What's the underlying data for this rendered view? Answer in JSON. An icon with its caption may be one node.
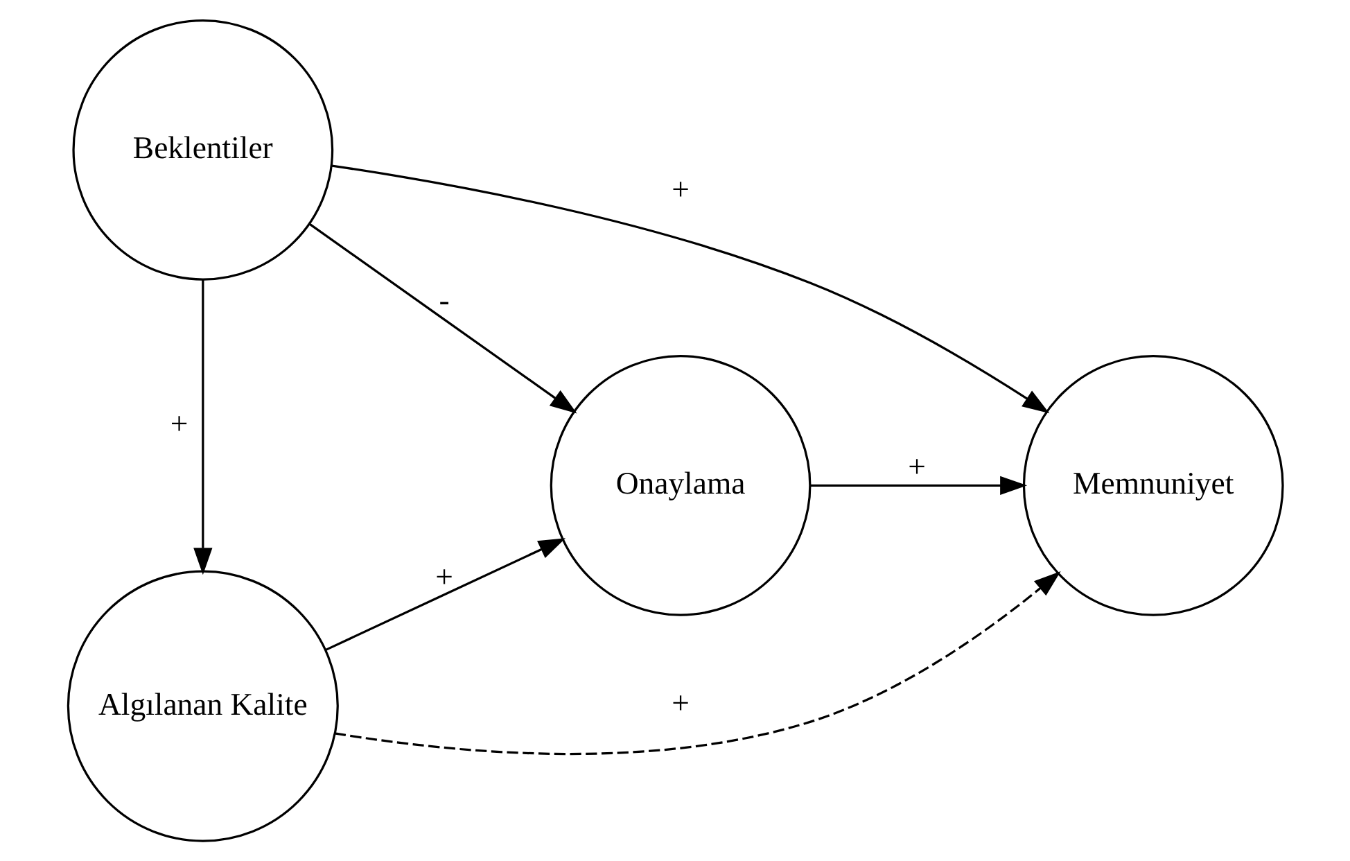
{
  "diagram": {
    "nodes": [
      {
        "text": [
          "Beklentiler"
        ]
      },
      {
        "text": [
          "Onaylama"
        ]
      },
      {
        "text": [
          "Memnuniyet"
        ]
      },
      {
        "text": [
          "Algılanan Kalite"
        ]
      }
    ],
    "edges": [
      {
        "from": 0,
        "to": 2,
        "arrow": "to",
        "label": "+"
      },
      {
        "from": 0,
        "to": 1,
        "arrow": "to",
        "label": "-"
      },
      {
        "from": 0,
        "to": 3,
        "arrow": "to",
        "label": "+"
      },
      {
        "from": 1,
        "to": 2,
        "arrow": "to",
        "label": "+"
      },
      {
        "from": 3,
        "to": 1,
        "arrow": "to",
        "label": "+"
      },
      {
        "from": 3,
        "to": 2,
        "arrow": "to",
        "label": "+",
        "style": "dashed"
      }
    ]
  }
}
